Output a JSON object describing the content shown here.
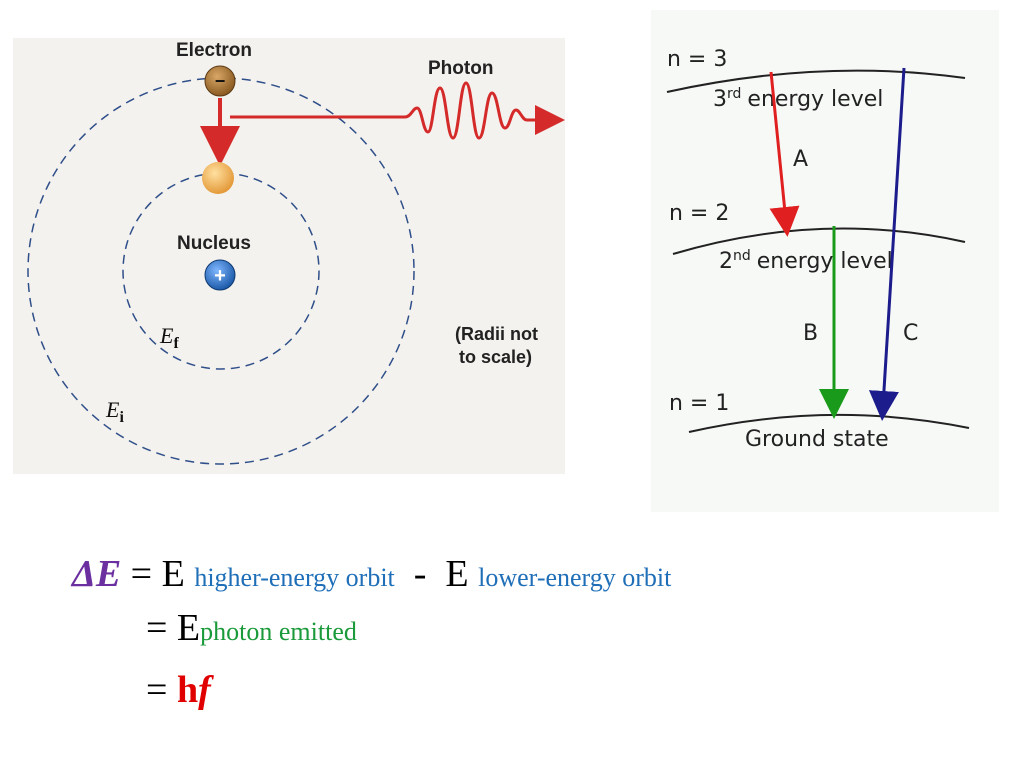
{
  "atom_diagram": {
    "electron_label": "Electron",
    "photon_label": "Photon",
    "nucleus_label": "Nucleus",
    "electron_sign": "−",
    "nucleus_sign": "+",
    "ef_label": "E",
    "ef_sub": "f",
    "ei_label": "E",
    "ei_sub": "i",
    "radii_note_line1": "(Radii not",
    "radii_note_line2": "to scale)",
    "colors": {
      "electron": "#b07a34",
      "electron_final": "#f2b85a",
      "nucleus": "#2a74c8",
      "arrow": "#d42a2a"
    }
  },
  "energy_levels": {
    "n3_label": "n = 3",
    "n2_label": "n = 2",
    "n1_label": "n = 1",
    "level3_text": "energy level",
    "level3_ord": "3",
    "level3_sup": "rd",
    "level2_text": "energy level",
    "level2_ord": "2",
    "level2_sup": "nd",
    "ground_text": "Ground state",
    "transition_a": "A",
    "transition_b": "B",
    "transition_c": "C",
    "colors": {
      "a": "#e02020",
      "b": "#1a9a1a",
      "c": "#1c1c8c"
    }
  },
  "equations": {
    "delta_e": "ΔE",
    "eq1_equals": " = E ",
    "eq1_sub_higher": "higher-energy orbit",
    "eq1_minus": "  -  E ",
    "eq1_sub_lower": "lower-energy orbit",
    "eq2_equals": "= E",
    "eq2_sub": "photon emitted",
    "eq3_equals": "= ",
    "eq3_h": "h",
    "eq3_f": "f"
  }
}
